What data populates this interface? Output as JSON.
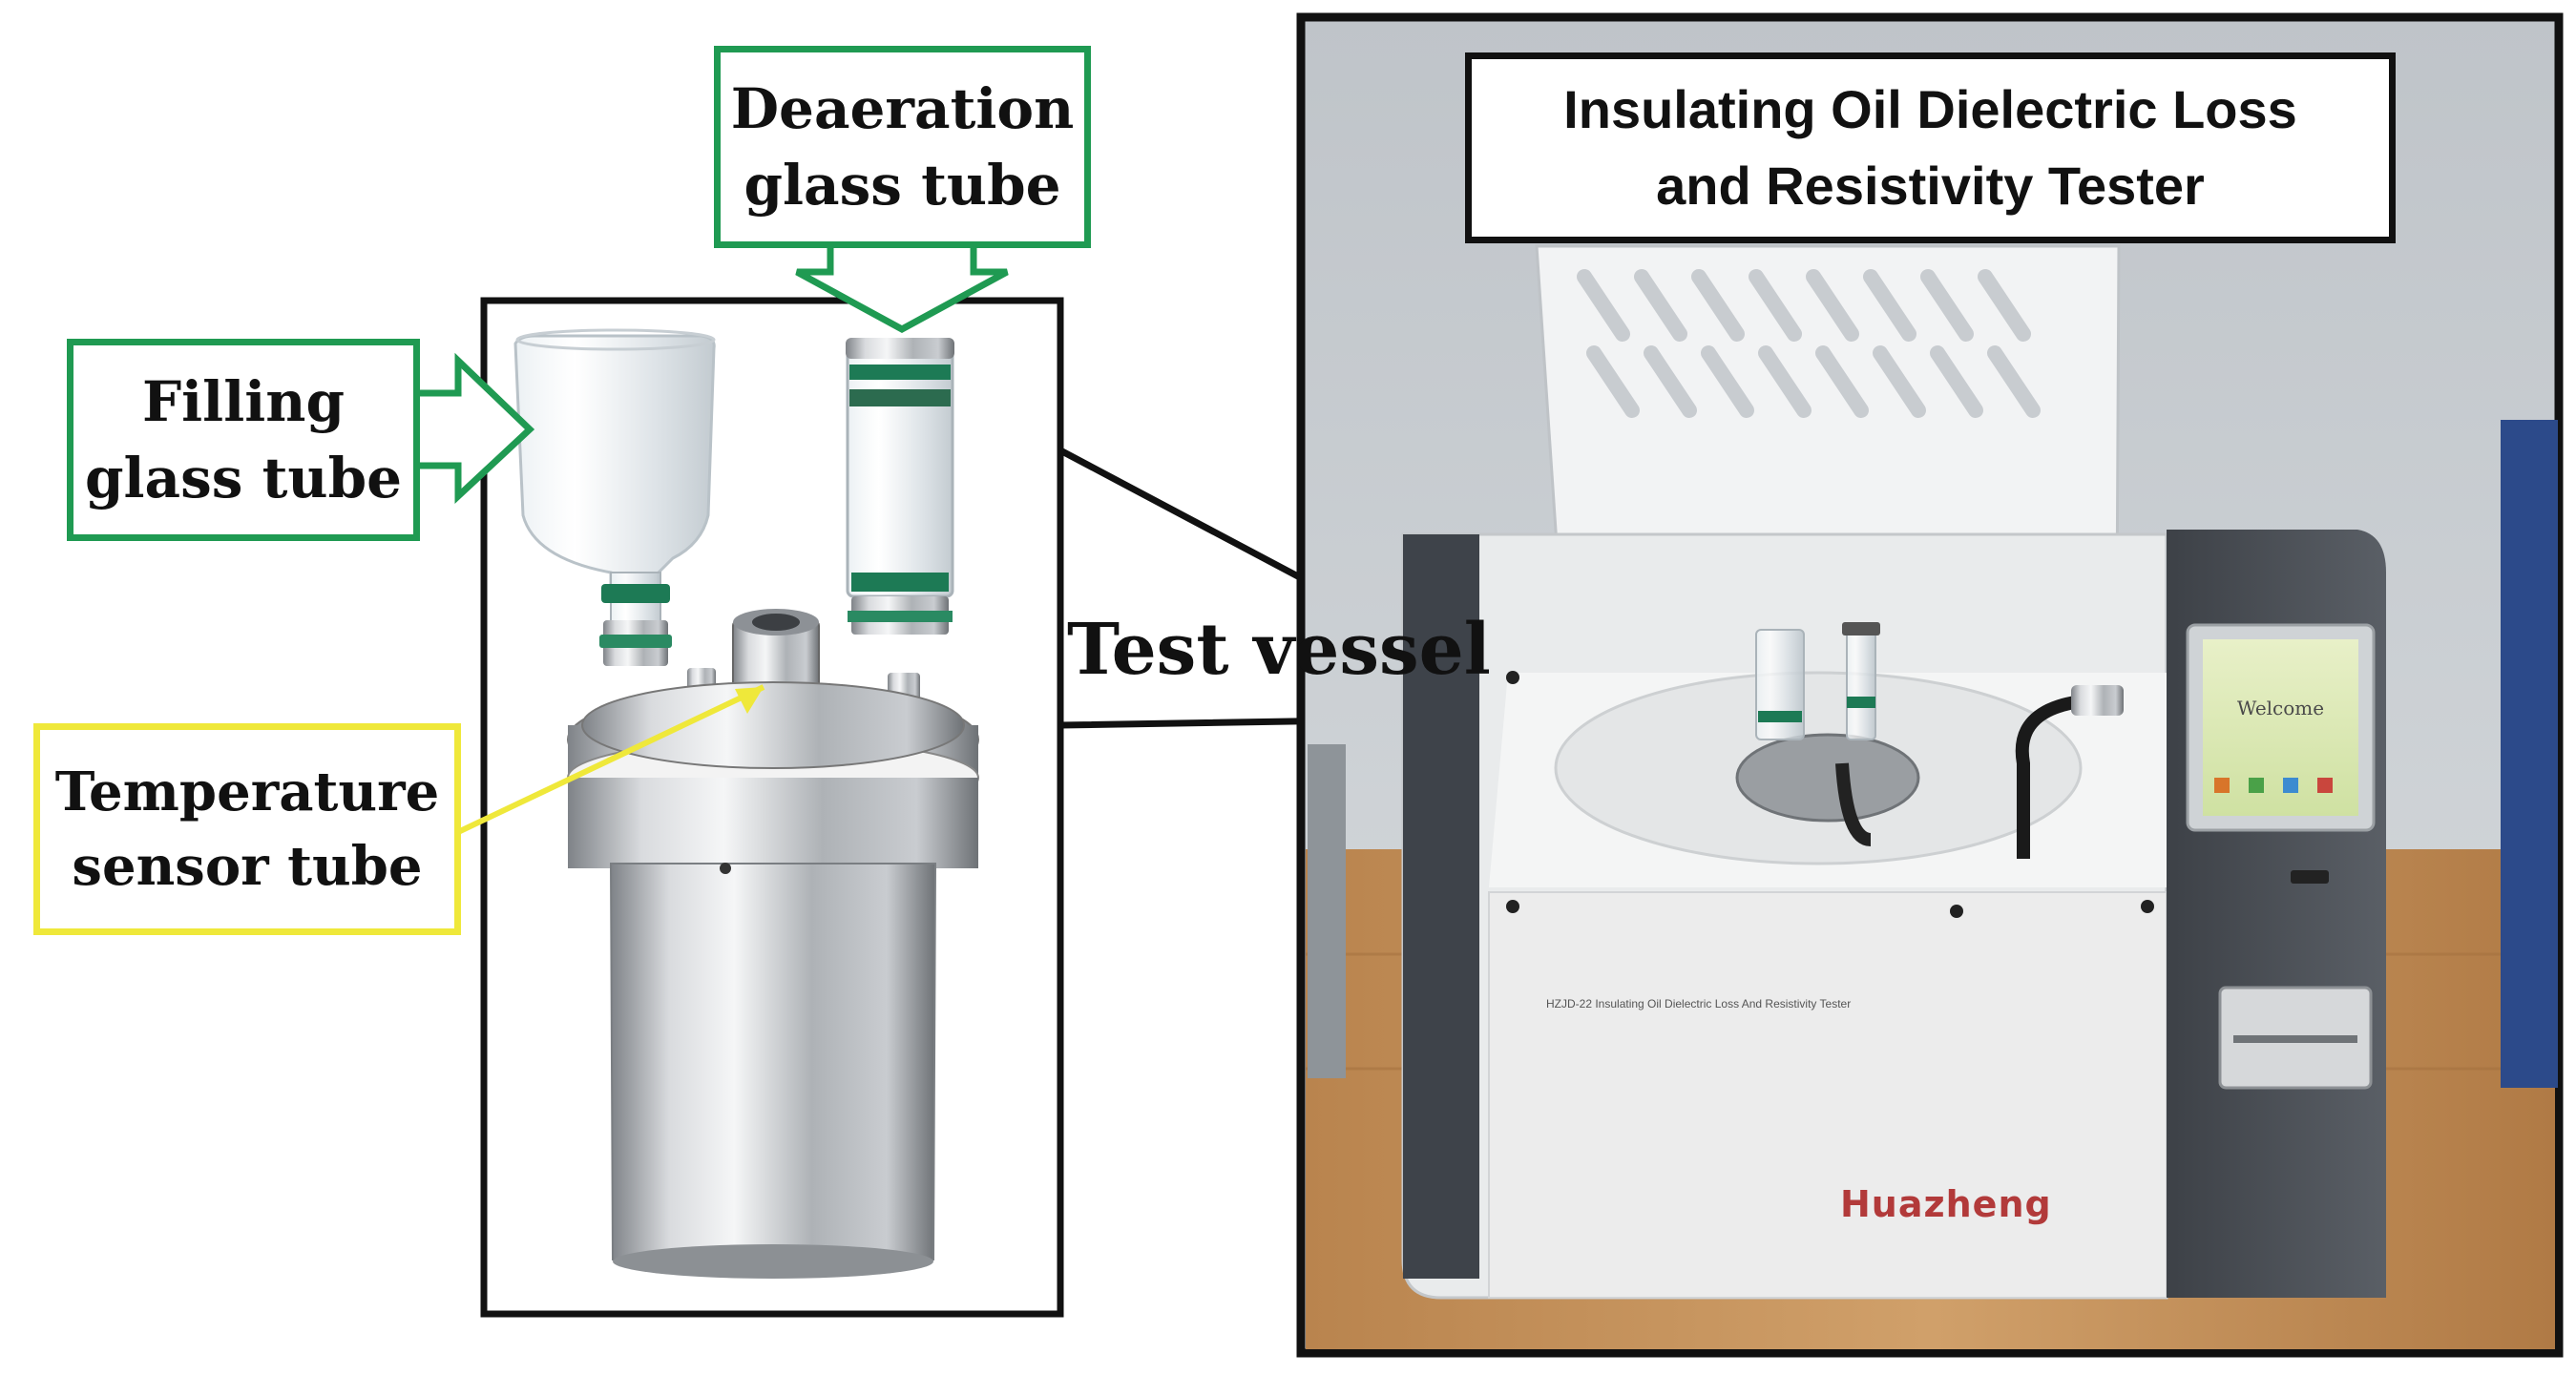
{
  "labels": {
    "filling": [
      "Filling",
      "glass tube"
    ],
    "deaeration": [
      "Deaeration",
      "glass tube"
    ],
    "temperature": [
      "Temperature",
      "sensor tube"
    ],
    "test_vessel": "Test vessel",
    "instrument": [
      "Insulating Oil Dielectric Loss",
      "and Resistivity Tester"
    ]
  },
  "device_text": {
    "screen": "Welcome",
    "model": "HZJD-22 Insulating Oil Dielectric Loss And Resistivity Tester",
    "brand": "Huazheng"
  },
  "colors": {
    "filling_frame": "#1f9a52",
    "temperature_frame": "#efe83a",
    "vessel_frame": "#111111"
  }
}
